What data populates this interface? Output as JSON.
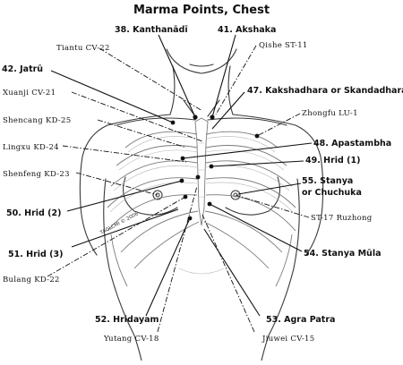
{
  "title": "Marma Points, Chest",
  "signature": "TAGLCMI © 2006",
  "labels": {
    "kanthanadi": "38. Kanthanādī",
    "akshaka": "41. Akshaka",
    "tiantu": "Tiantu CV-22",
    "qishe": "Qishe ST-11",
    "jatru": "42. Jatrū",
    "xuanji": "Xuanji CV-21",
    "kakshadhara": "47. Kakshadhara or Skandadhara",
    "zhongfu": "Zhongfu LU-1",
    "shencang": "Shencang KD-25",
    "apastambha": "48. Apastambha",
    "lingxu": "Lingxu KD-24",
    "hrid1": "49. Hrid (1)",
    "shenfeng": "Shenfeng KD-23",
    "stanya_1": "55. Stanya",
    "stanya_2": "or Chuchuka",
    "hrid2": "50. Hrid (2)",
    "rugzhong": "ST-17 Ruzhong",
    "hrid3": "51. Hrid (3)",
    "stanyamula": "54. Stanya Mūla",
    "bulang": "Bulang KD-22",
    "hridayam": "52. Hridayam",
    "agrapatra": "53. Agra Patra",
    "yutang": "Yutang CV-18",
    "jiuwei": "Jiuwei CV-15"
  }
}
